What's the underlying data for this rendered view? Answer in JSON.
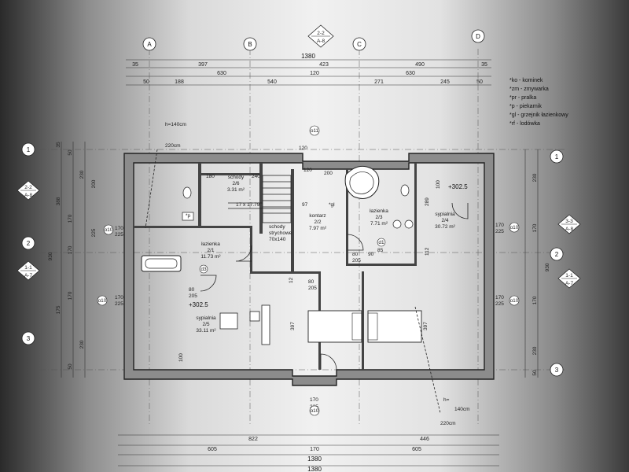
{
  "grid_axes": {
    "top": [
      "A",
      "B",
      "C",
      "D"
    ],
    "left": [
      "1",
      "2",
      "3"
    ]
  },
  "section_markers": {
    "top": {
      "number": "2-2",
      "sheet": "A-8"
    },
    "left_upper": {
      "number": "2-2",
      "sheet": "A-8"
    },
    "left_lower": {
      "number": "1-1",
      "sheet": "A-7"
    },
    "right_upper": {
      "number": "3-3",
      "sheet": "A-8"
    },
    "right_lower": {
      "number": "1-1",
      "sheet": "A-7"
    }
  },
  "top_dimensions": {
    "total": "1380",
    "end_left": "35",
    "end_right": "35",
    "row2": [
      "397",
      "423",
      "490"
    ],
    "row3": [
      "630",
      "120",
      "630"
    ],
    "row4": [
      "50",
      "188",
      "540",
      "271",
      "245",
      "50"
    ]
  },
  "bottom_dimensions": {
    "row1": [
      "822",
      "446"
    ],
    "row2": [
      "605",
      "170",
      "605"
    ],
    "total_a": "1380",
    "total_b": "1380"
  },
  "left_dimensions": {
    "col1": [
      "35",
      "50",
      "388",
      "170",
      "175",
      "170",
      "170",
      "50"
    ],
    "col2": [
      "230",
      "200",
      "930",
      "230",
      "225"
    ]
  },
  "right_dimensions": [
    "230",
    "170",
    "930",
    "170",
    "230",
    "50"
  ],
  "legend": [
    "*ko - kominek",
    "*zm - zmywarka",
    "*pr - pralka",
    "*p - piekarnik",
    "*gl - grzejnik łazienkowy",
    "*rf - lodówka"
  ],
  "rooms": [
    {
      "name": "schody",
      "number": "2/6",
      "area": "3.31 m²"
    },
    {
      "name": "kontarz",
      "number": "2/2",
      "area": "7.97 m²"
    },
    {
      "name": "łazienka",
      "number": "2/3",
      "area": "7.71 m²"
    },
    {
      "name": "sypialnia",
      "number": "2/4",
      "area": "30.72 m²"
    },
    {
      "name": "łazienka",
      "number": "2/1",
      "area": "11.73 m²"
    },
    {
      "name": "sypialnia",
      "number": "2/5",
      "area": "33.11 m²"
    }
  ],
  "annotations": {
    "height_top": "h=140cm",
    "height_top2": "220cm",
    "height_bottom": "h=",
    "height_bottom2": "140cm",
    "height_bottom3": "220cm",
    "stairs": "schody",
    "stairs2": "strychowe",
    "stairs3": "70x140",
    "stair_steps": "17 x 17.79",
    "level_left": "+302.5",
    "level_right": "+302.5",
    "window_a": "170",
    "window_a2": "225",
    "window_code": "o10",
    "window_code_small": "o11",
    "door_code": "d3",
    "door_code2": "d1",
    "small_120": "120",
    "small_100": "100",
    "small_180": "180",
    "small_240": "240",
    "small_200": "200",
    "small_97": "97",
    "small_80": "80",
    "small_205": "205",
    "small_397": "397",
    "small_289": "289",
    "small_112": "112",
    "small_12": "12",
    "small_85": "85",
    "small_90": "90",
    "small_p": "*p",
    "small_gl": "*gl"
  }
}
